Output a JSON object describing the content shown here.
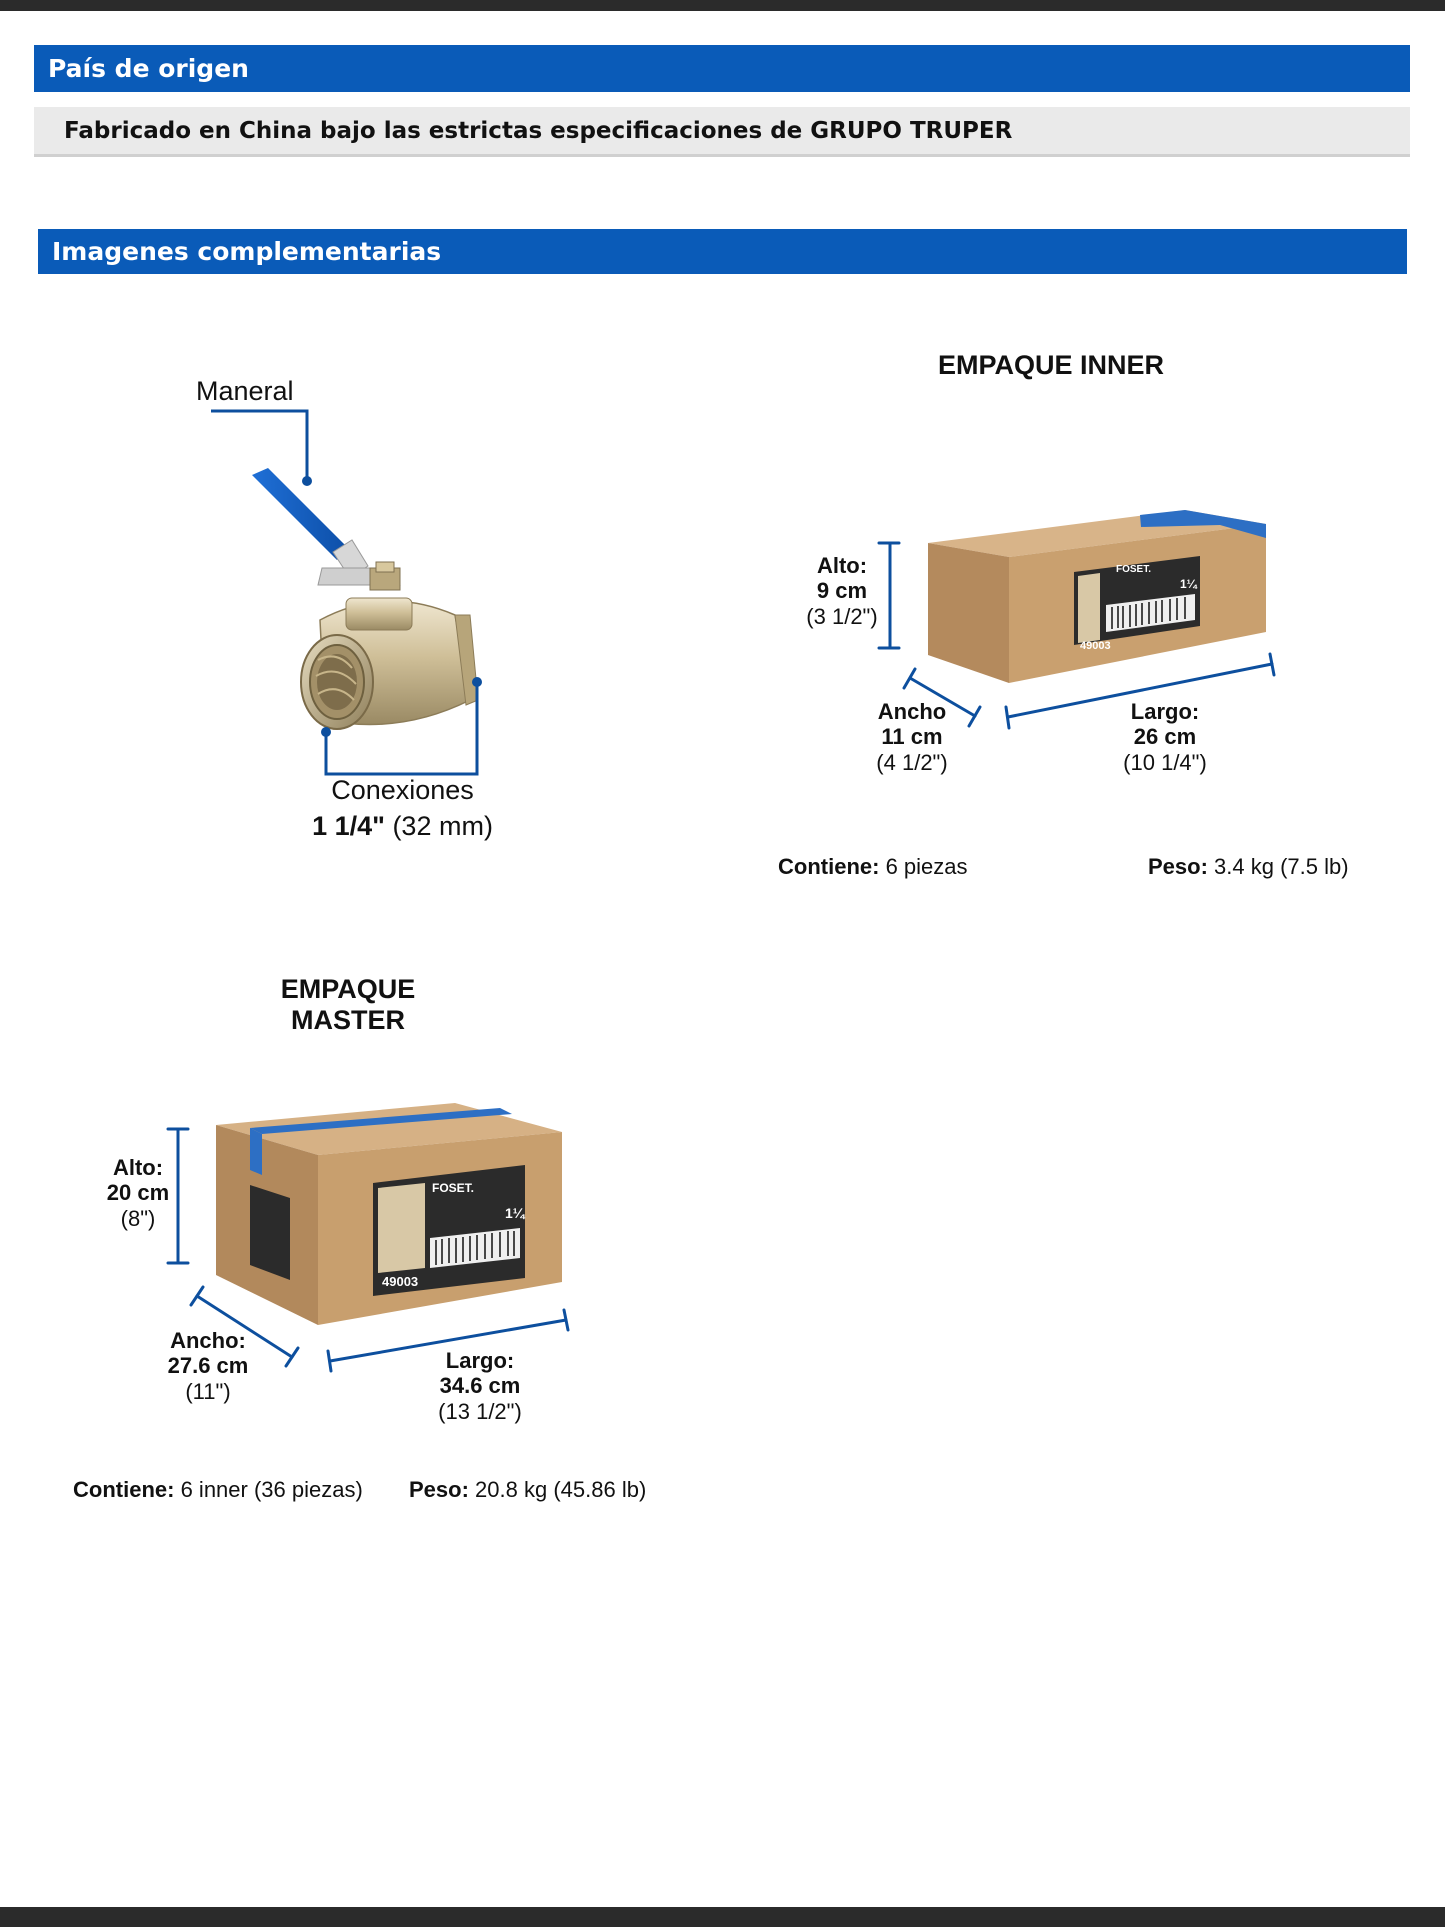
{
  "origin": {
    "header": "País de origen",
    "text": "Fabricado en China bajo las estrictas especificaciones de GRUPO TRUPER"
  },
  "images": {
    "header": "Imagenes complementarias"
  },
  "valve": {
    "handle_label": "Maneral",
    "connections_label": "Conexiones",
    "connections_value_bold": "1 1/4\"",
    "connections_value": "(32 mm)"
  },
  "inner": {
    "title": "EMPAQUE INNER",
    "alto_label": "Alto:",
    "alto_cm": "9 cm",
    "alto_in": "(3 1/2\")",
    "ancho_label": "Ancho",
    "ancho_cm": "11 cm",
    "ancho_in": "(4 1/2\")",
    "largo_label": "Largo:",
    "largo_cm": "26 cm",
    "largo_in": "(10 1/4\")",
    "contiene_label": "Contiene:",
    "contiene_value": "6 piezas",
    "peso_label": "Peso:",
    "peso_value": "3.4 kg (7.5 lb)"
  },
  "master": {
    "title": "EMPAQUE MASTER",
    "alto_label": "Alto:",
    "alto_cm": "20 cm",
    "alto_in": "(8\")",
    "ancho_label": "Ancho:",
    "ancho_cm": "27.6 cm",
    "ancho_in": "(11\")",
    "largo_label": "Largo:",
    "largo_cm": "34.6 cm",
    "largo_in": "(13 1/2\")",
    "contiene_label": "Contiene:",
    "contiene_value": "6 inner (36 piezas)",
    "peso_label": "Peso:",
    "peso_value": "20.8 kg (45.86 lb)"
  },
  "box_print": {
    "brand": "FOSET.",
    "code": "49003",
    "size": "1¼"
  },
  "colors": {
    "header_blue": "#0a5bb8",
    "dimension_blue": "#0d4f9e",
    "cardboard": "#c49a6c"
  }
}
